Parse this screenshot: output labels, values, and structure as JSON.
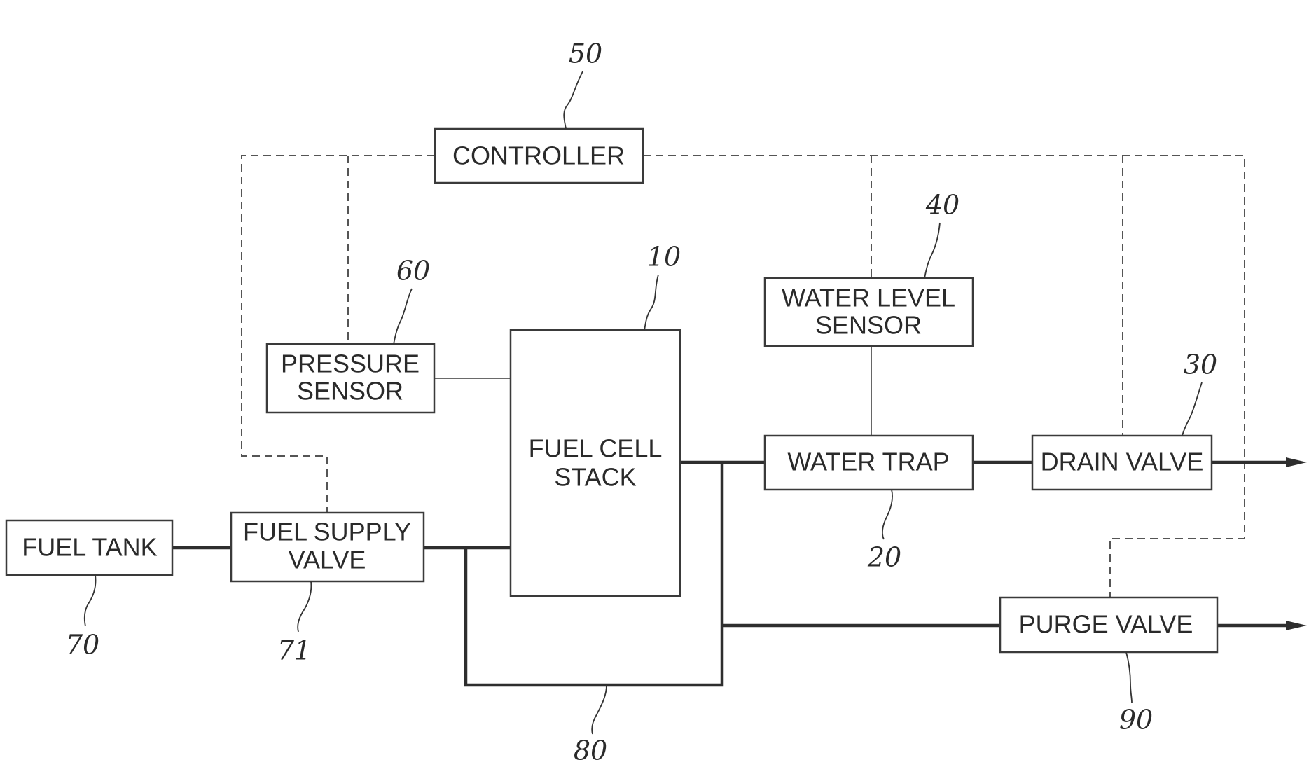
{
  "components": {
    "controller": {
      "label": "CONTROLLER",
      "ref": "50"
    },
    "fuel_cell_stack": {
      "label_line1": "FUEL CELL",
      "label_line2": "STACK",
      "ref": "10"
    },
    "water_trap": {
      "label": "WATER TRAP",
      "ref": "20"
    },
    "drain_valve": {
      "label": "DRAIN VALVE",
      "ref": "30"
    },
    "water_level_sensor": {
      "label_line1": "WATER LEVEL",
      "label_line2": "SENSOR",
      "ref": "40"
    },
    "pressure_sensor": {
      "label_line1": "PRESSURE",
      "label_line2": "SENSOR",
      "ref": "60"
    },
    "fuel_tank": {
      "label": "FUEL TANK",
      "ref": "70"
    },
    "fuel_supply_valve": {
      "label_line1": "FUEL SUPPLY",
      "label_line2": "VALVE",
      "ref": "71"
    },
    "bypass_line": {
      "ref": "80"
    },
    "purge_valve": {
      "label": "PURGE VALVE",
      "ref": "90"
    }
  },
  "colors": {
    "line": "#2e2e2e",
    "box_stroke": "#3a3a3a",
    "text": "#2a2a2a",
    "background": "#ffffff"
  }
}
